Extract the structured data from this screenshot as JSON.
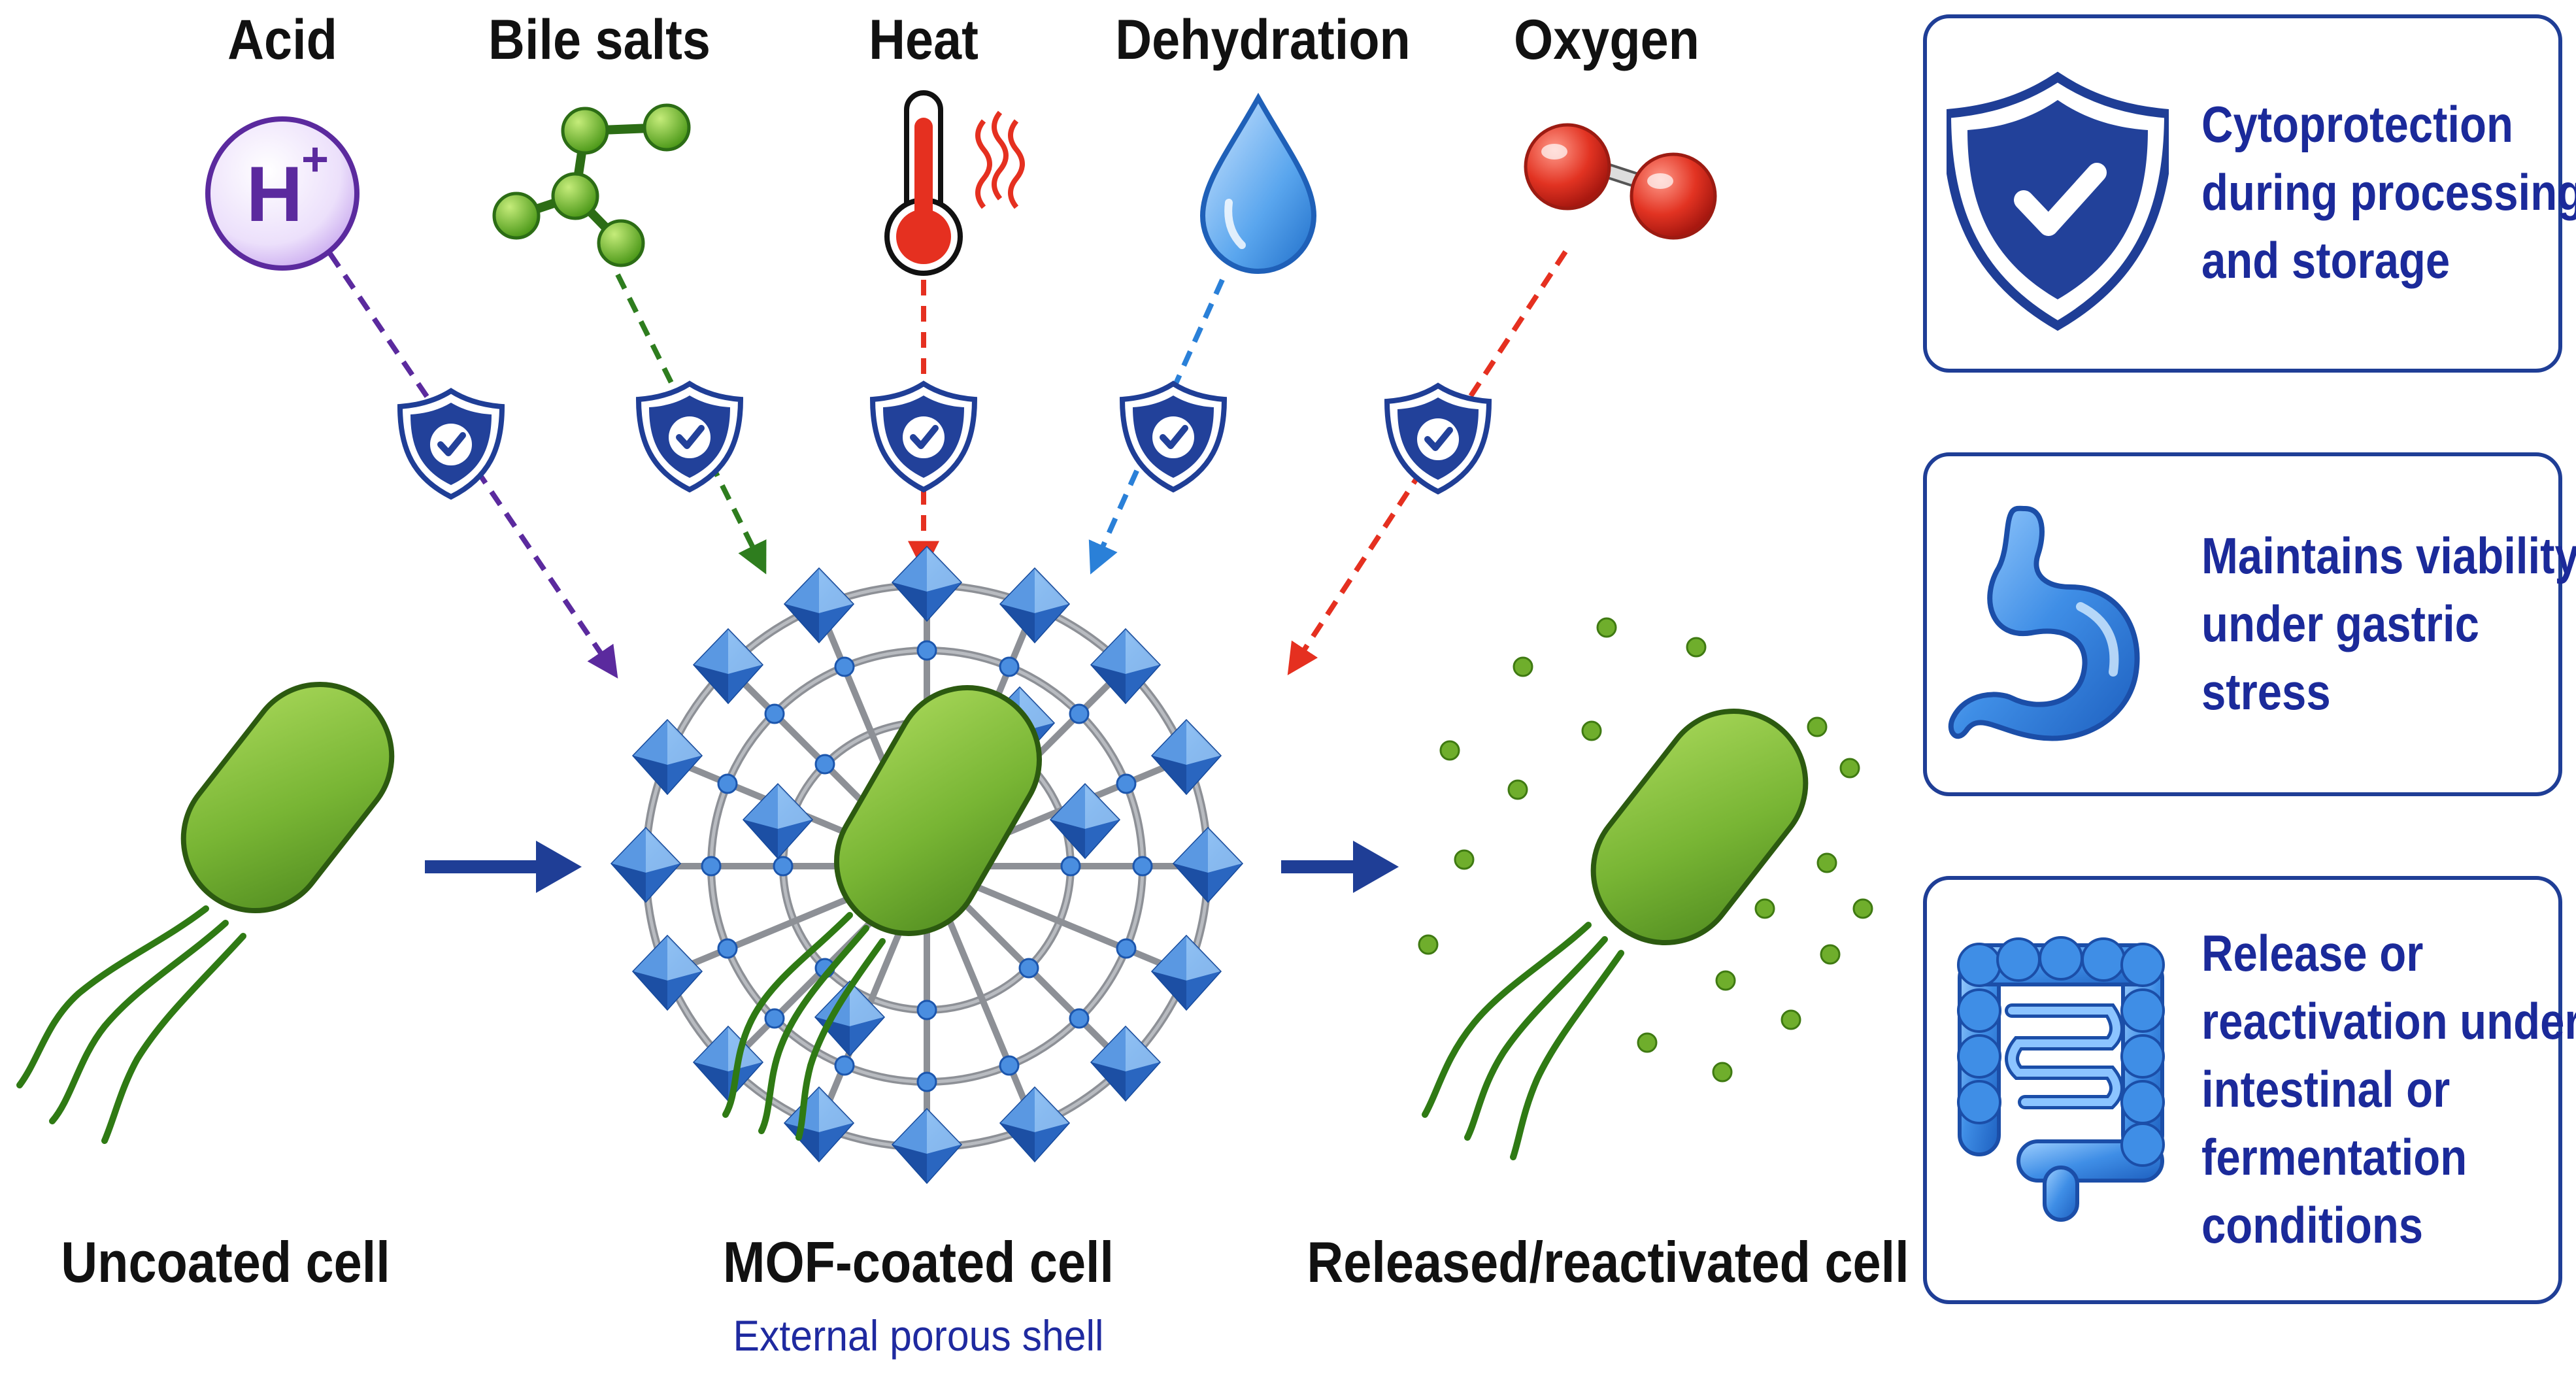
{
  "stressors": [
    {
      "label": "Acid",
      "icon": "h-plus-icon",
      "color": "#5b2a9e",
      "icon_text": "H",
      "icon_sup": "+"
    },
    {
      "label": "Bile salts",
      "icon": "molecule-icon",
      "color": "#2e7d1e"
    },
    {
      "label": "Heat",
      "icon": "thermometer-icon",
      "color": "#e53020"
    },
    {
      "label": "Dehydration",
      "icon": "water-drop-icon",
      "color": "#2a80d8"
    },
    {
      "label": "Oxygen",
      "icon": "oxygen-molecule-icon",
      "color": "#e53020"
    }
  ],
  "stages": {
    "uncoated": "Uncoated cell",
    "coated": "MOF-coated cell",
    "coated_sub": "External porous shell",
    "released": "Released/reactivated cell"
  },
  "panels": [
    {
      "icon": "shield-check-icon",
      "lines": [
        "Cytoprotection",
        "during processing",
        "and storage"
      ]
    },
    {
      "icon": "stomach-icon",
      "lines": [
        "Maintains viability",
        "under gastric",
        "stress"
      ]
    },
    {
      "icon": "intestine-icon",
      "lines": [
        "Release or",
        "reactivation under",
        "intestinal or",
        "fermentation",
        "conditions"
      ]
    }
  ],
  "colors": {
    "primary_blue": "#1f3e96",
    "text_blue": "#1b2a9a",
    "cell_green": "#7cb83a",
    "mof_blue": "#3c7fd8",
    "shield_blue": "#22419a"
  }
}
